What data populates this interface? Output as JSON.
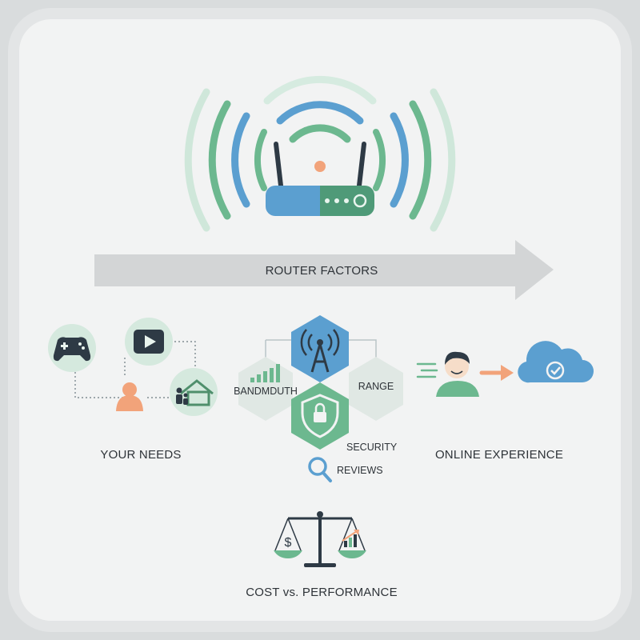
{
  "arrow": {
    "label": "ROUTER FACTORS"
  },
  "sections": {
    "needs": {
      "label": "YOUR NEEDS"
    },
    "experience": {
      "label": "ONLINE EXPERIENCE"
    },
    "cost": {
      "label": "COST vs. PERFORMANCE"
    }
  },
  "factors": {
    "bandwidth": "BANDMDUTH",
    "range": "RANGE",
    "security": "SECURITY",
    "reviews": "REVIEWS"
  },
  "icons": {
    "router": "router-icon",
    "gamepad": "gamepad-icon",
    "video": "video-play-icon",
    "person": "person-icon",
    "family_home": "family-home-icon",
    "antenna": "antenna-icon",
    "shield": "shield-lock-icon",
    "magnifier": "magnifier-icon",
    "user": "user-icon",
    "cloud": "cloud-check-icon",
    "scales": "scales-icon"
  },
  "colors": {
    "blue": "#5b9fd0",
    "green": "#6cb88f",
    "orange": "#f2a37a",
    "dark": "#2e3a45",
    "arrow": "#d3d5d6"
  }
}
